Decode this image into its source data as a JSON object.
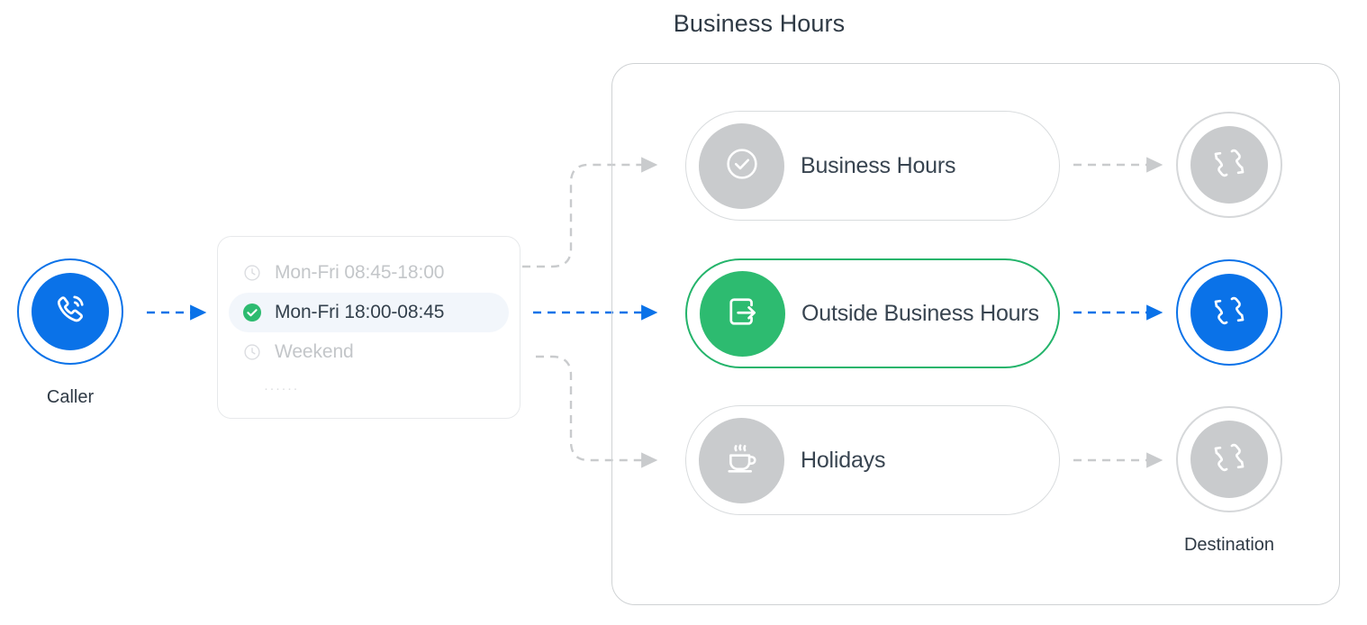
{
  "diagram": {
    "title": "Business Hours",
    "caller": {
      "label": "Caller",
      "icon": "phone-ringing-icon",
      "accent_color": "#0a72e8",
      "state": "active"
    },
    "schedule_card": {
      "rows": [
        {
          "label": "Mon-Fri 08:45-18:00",
          "icon": "clock-icon",
          "state": "inactive"
        },
        {
          "label": "Mon-Fri 18:00-08:45",
          "icon": "check-circle-filled-icon",
          "state": "active"
        },
        {
          "label": "Weekend",
          "icon": "clock-icon",
          "state": "inactive"
        }
      ],
      "more_indicator": "······",
      "active_row_bg": "#f2f6fb",
      "active_check_color": "#2dbb70"
    },
    "routes": [
      {
        "name": "business-hours",
        "label": "Business Hours",
        "icon": "check-circle-outline-icon",
        "state": "inactive",
        "icon_bg": "#c9cbcd",
        "destination": {
          "icon": "call-transfer-icon",
          "state": "inactive",
          "color": "#c9cbcd"
        }
      },
      {
        "name": "outside-business-hours",
        "label": "Outside Business Hours",
        "icon": "exit-arrow-icon",
        "state": "active",
        "icon_bg": "#2dbb70",
        "border_color": "#24b46b",
        "destination": {
          "icon": "call-transfer-icon",
          "state": "active",
          "color": "#0a72e8"
        }
      },
      {
        "name": "holidays",
        "label": "Holidays",
        "icon": "coffee-cup-icon",
        "state": "inactive",
        "icon_bg": "#c9cbcd",
        "destination": {
          "icon": "call-transfer-icon",
          "state": "inactive",
          "color": "#c9cbcd"
        }
      }
    ],
    "destination_label": "Destination",
    "colors": {
      "active_blue": "#0a72e8",
      "active_green": "#2dbb70",
      "inactive_grey": "#c9cbcd",
      "line_grey": "#c9cbcd",
      "text_dark": "#2f3a45",
      "text_muted": "#c3c6c9",
      "container_border": "#cfd2d4"
    }
  }
}
